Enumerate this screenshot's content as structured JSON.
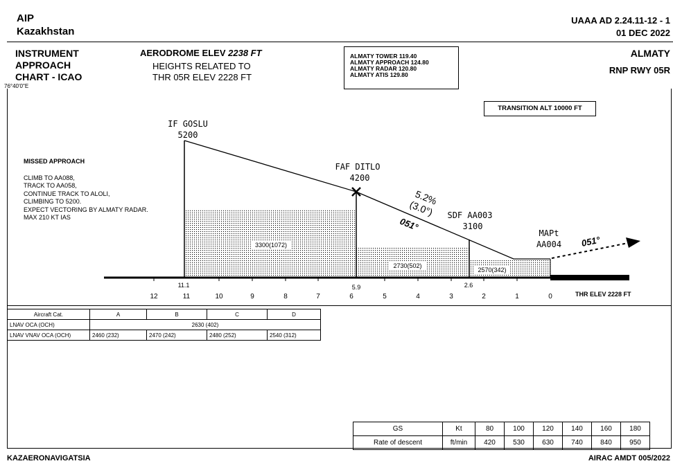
{
  "header": {
    "publication": "AIP",
    "country": "Kazakhstan",
    "page_ref": "UAAA AD 2.24.11-12 - 1",
    "date": "01 DEC 2022"
  },
  "title_block": {
    "chart_type_line1": "INSTRUMENT",
    "chart_type_line2": "APPROACH",
    "chart_type_line3": "CHART - ICAO",
    "aerodrome_elev_label": "AERODROME ELEV",
    "aerodrome_elev_value": "2238 FT",
    "heights_line1": "HEIGHTS RELATED TO",
    "heights_line2": "THR 05R ELEV 2228 FT",
    "city": "ALMATY",
    "procedure": "RNP RWY 05R"
  },
  "frequencies": [
    "ALMATY TOWER 119.40",
    "ALMATY APPROACH 124.80",
    "ALMATY RADAR 120.80",
    "ALMATY ATIS 129.80"
  ],
  "longitude_label": "76°40'0\"E",
  "transition_alt": "TRANSITION  ALT 10000 FT",
  "missed_approach": {
    "title": "MISSED APPROACH",
    "lines": [
      "CLIMB TO AA088,",
      "TRACK TO AA058,",
      "CONTINUE TRACK TO ALOLI,",
      "CLIMBING TO 5200.",
      "EXPECT VECTORING BY ALMATY RADAR.",
      "MAX 210 KT IAS"
    ]
  },
  "fixes": {
    "if_name": "IF GOSLU",
    "if_alt": "5200",
    "faf_name": "FAF DITLO",
    "faf_alt": "4200",
    "sdf_name": "SDF AA003",
    "sdf_alt": "3100",
    "map_name": "MAPt",
    "map_id": "AA004"
  },
  "gradient": "5.2%",
  "angle": "(3.0°)",
  "inbound_track": "051°",
  "missed_track": "051°",
  "segment_labels": {
    "seg1": "3300(1072)",
    "seg2": "2730(502)",
    "seg3": "2570(342)"
  },
  "fix_distances": {
    "if": "11.1",
    "faf": "5.9",
    "sdf": "2.6"
  },
  "distance_ticks": [
    "12",
    "11",
    "10",
    "9",
    "8",
    "7",
    "6",
    "5",
    "4",
    "3",
    "2",
    "1",
    "0"
  ],
  "thr_elev": "THR ELEV 2228 FT",
  "oca_table": {
    "header": [
      "Aircraft Cat.",
      "A",
      "B",
      "C",
      "D"
    ],
    "lnav_label": "LNAV OCA (OCH)",
    "lnav_value": "2630 (402)",
    "lnav_vnav_label": "LNAV VNAV OCA (OCH)",
    "lnav_vnav_values": [
      "2460 (232)",
      "2470 (242)",
      "2480 (252)",
      "2540 (312)"
    ]
  },
  "rod_table": {
    "gs_label": "GS",
    "gs_unit": "Kt",
    "gs_values": [
      "80",
      "100",
      "120",
      "140",
      "160",
      "180"
    ],
    "rod_label": "Rate of descent",
    "rod_unit": "ft/min",
    "rod_values": [
      "420",
      "530",
      "630",
      "740",
      "840",
      "950"
    ]
  },
  "footer": {
    "left": "KAZAERONAVIGATSIA",
    "right": "AIRAC AMDT 005/2022"
  }
}
